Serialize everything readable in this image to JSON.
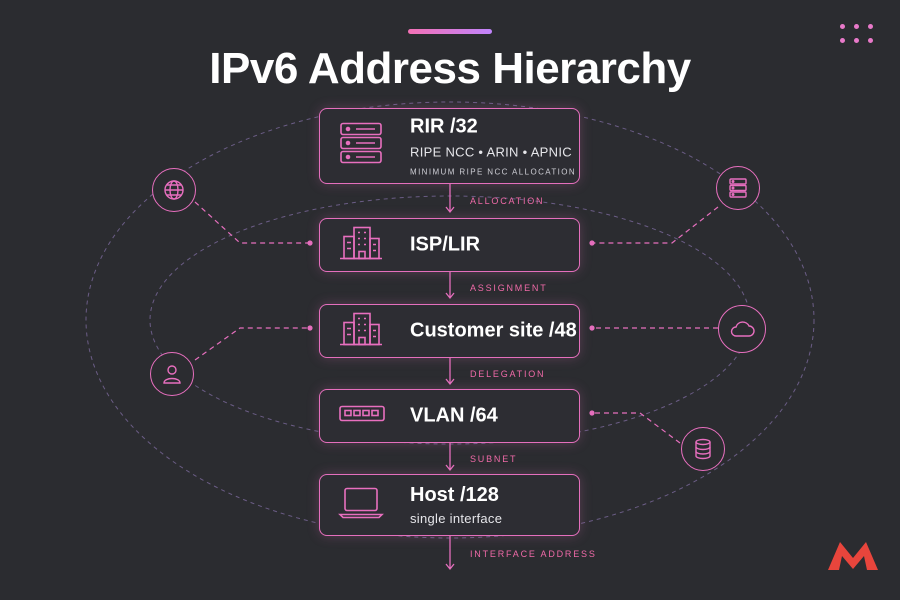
{
  "title": "IPv6 Address Hierarchy",
  "levels": [
    {
      "title": "RIR /32",
      "subtitle": "RIPE NCC • ARIN • APNIC",
      "note": "MINIMUM RIPE NCC ALLOCATION",
      "icon": "server-rack-icon"
    },
    {
      "title": "ISP/LIR",
      "icon": "building-icon"
    },
    {
      "title": "Customer site /48",
      "icon": "building-icon"
    },
    {
      "title": "VLAN /64",
      "icon": "network-switch-icon"
    },
    {
      "title": "Host /128",
      "subtitle": "single interface",
      "icon": "laptop-icon"
    }
  ],
  "relations": [
    "ALLOCATION",
    "ASSIGNMENT",
    "DELEGATION",
    "SUBNET",
    "INTERFACE ADDRESS"
  ],
  "side_icons": [
    "globe-icon",
    "server-icon",
    "cloud-icon",
    "user-icon",
    "database-icon"
  ],
  "colors": {
    "background": "#2b2c30",
    "accent": "#e56fbd",
    "label": "#f06aa8",
    "logo": "#e8453c"
  }
}
